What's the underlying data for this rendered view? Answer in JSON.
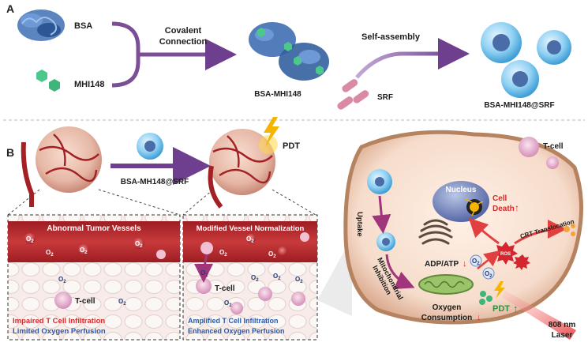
{
  "panel_a": {
    "section_label": "A",
    "inputs": {
      "bsa": "BSA",
      "mhi148": "MHI148"
    },
    "step1_line1": "Covalent",
    "step1_line2": "Connection",
    "product1": "BSA-MHI148",
    "step2": "Self-assembly",
    "srf": "SRF",
    "product2": "BSA-MHI148@SRF"
  },
  "panel_b": {
    "section_label": "B",
    "arrow_label": "BSA-MH148@SRF",
    "pdt": "PDT",
    "left_box": {
      "title": "Abnormal Tumor Vessels",
      "cell": "T-cell",
      "caption1": "Impaired T Cell Infiltration",
      "caption2": "Limited Oxygen Perfusion"
    },
    "right_box": {
      "title": "Modified Vessel Normalization",
      "cell": "T-cell",
      "caption1": "Amplified T Cell Infiltration",
      "caption2": "Enhanced Oxygen Perfusion"
    },
    "cell_view": {
      "t_cell": "T-cell",
      "uptake": "Uptake",
      "mito_line1": "Mitochondrial",
      "mito_line2": "Inhibition",
      "nucleus": "Nucleus",
      "cell_death1": "Cell",
      "cell_death2": "Death",
      "crt": "CRT Translocation",
      "ros": "ROS",
      "adp_atp": "ADP/ATP",
      "oxygen1": "Oxygen",
      "oxygen2": "Consumption",
      "pdt": "PDT",
      "laser1": "808 nm",
      "laser2": "Laser"
    },
    "o2": "O",
    "o2_sub": "2"
  },
  "colors": {
    "purple_arrow": "#7a4f95",
    "vessel_red": "#b3242a",
    "caption_red": "#d52b2b",
    "caption_blue": "#2a5aa8",
    "pdt_green": "#1d9a3c"
  }
}
